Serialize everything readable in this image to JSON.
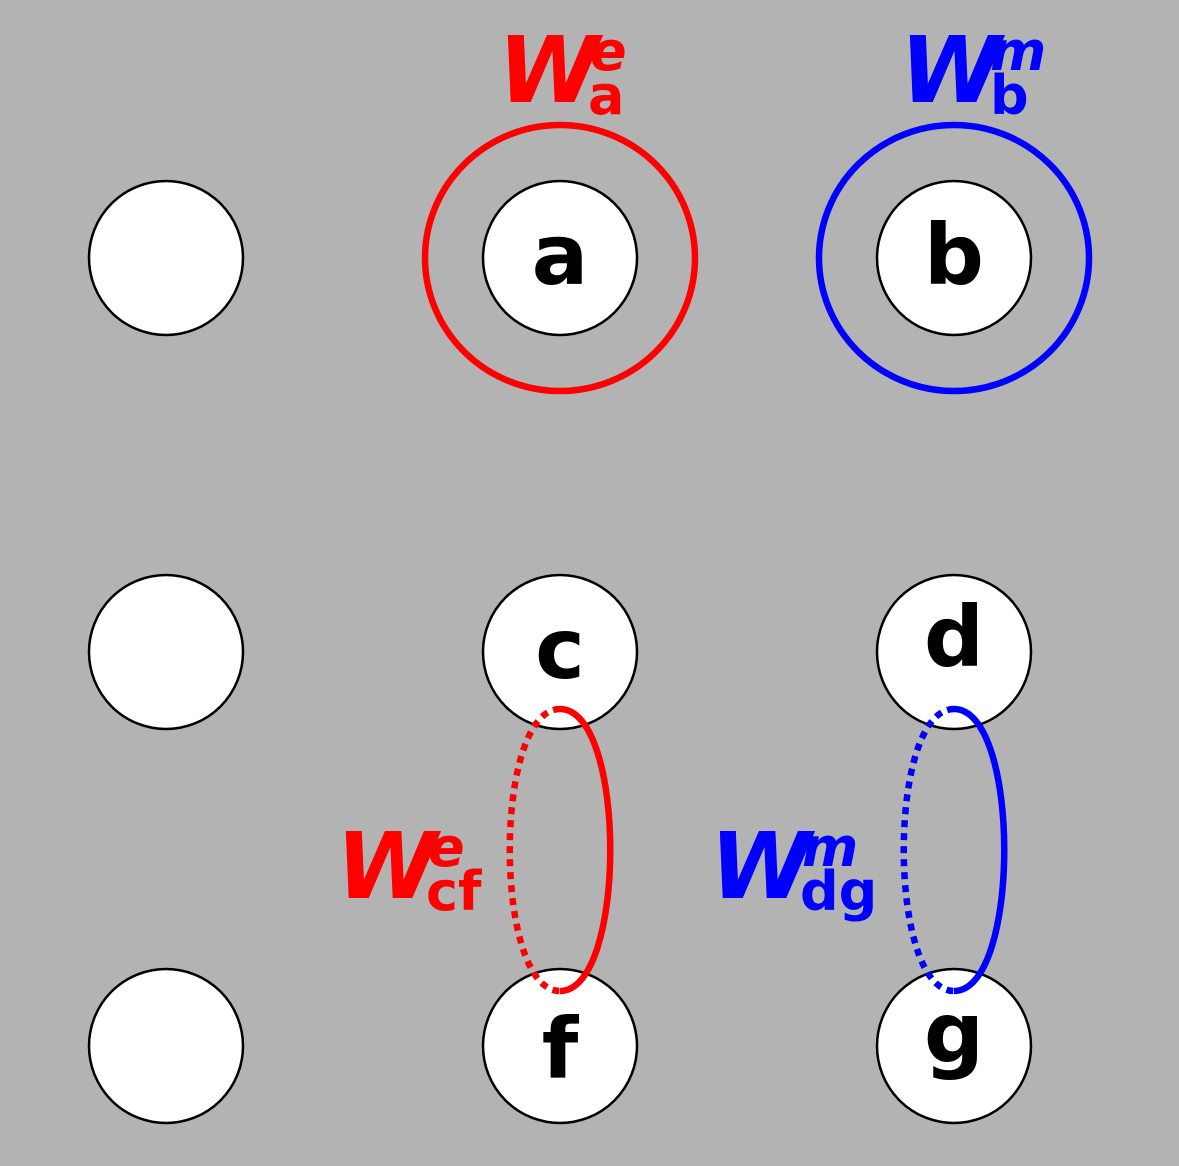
{
  "nodes": [
    {
      "id": "n00",
      "label": ""
    },
    {
      "id": "a",
      "label": "a"
    },
    {
      "id": "b",
      "label": "b"
    },
    {
      "id": "n10",
      "label": ""
    },
    {
      "id": "c",
      "label": "c"
    },
    {
      "id": "d",
      "label": "d"
    },
    {
      "id": "n20",
      "label": ""
    },
    {
      "id": "f",
      "label": "f"
    },
    {
      "id": "g",
      "label": "g"
    }
  ],
  "operators": {
    "wa": {
      "main": "W",
      "sup": "e",
      "sub": "a",
      "color": "#ff0000"
    },
    "wb": {
      "main": "W",
      "sup": "m",
      "sub": "b",
      "color": "#0000ff"
    },
    "wcf": {
      "main": "W",
      "sup": "e",
      "sub": "cf",
      "color": "#ff0000"
    },
    "wdg": {
      "main": "W",
      "sup": "m",
      "sub": "dg",
      "color": "#0000ff"
    }
  },
  "colors": {
    "background": "#b3b3b3",
    "electric": "#ff0000",
    "magnetic": "#0000ff"
  }
}
